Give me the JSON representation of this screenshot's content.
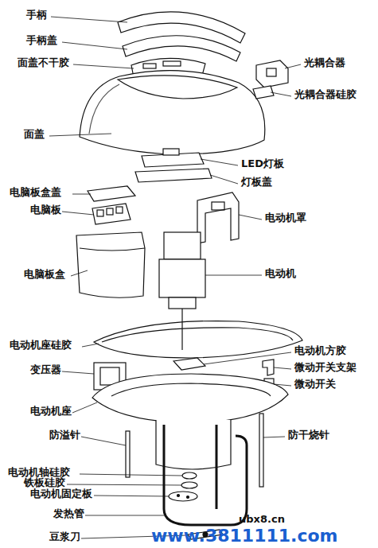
{
  "diagram": {
    "labels": [
      "手柄",
      "手柄盖",
      "面盖不干胶",
      "光耦合器",
      "光耦合器硅胶",
      "面盖",
      "LED灯板",
      "灯板盖",
      "电脑板盒盖",
      "电脑板",
      "电动机罩",
      "电脑板盒",
      "电动机",
      "电动机座硅胶",
      "电动机方胶",
      "变压器",
      "微动开关支架",
      "微动开关",
      "电动机座",
      "防溢针",
      "防干烧针",
      "电动机轴硅胶",
      "铁板硅胶",
      "电动机固定板",
      "发热管",
      "豆浆刀",
      "ubx8.cn",
      "www.3811111.com"
    ]
  }
}
